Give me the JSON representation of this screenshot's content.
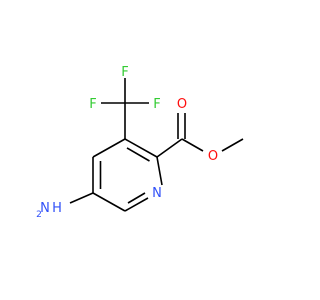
{
  "molecule": {
    "atoms": {
      "F_top": "F",
      "F_left": "F",
      "F_right": "F",
      "O_carbonyl": "O",
      "O_ester": "O",
      "N_ring": "N",
      "N_amine": "N",
      "H_amine": "H",
      "H2_subscript": "2"
    },
    "colors": {
      "bond": "#000000",
      "fluorine": "#33cc33",
      "oxygen": "#ff0d0d",
      "nitrogen": "#3050f8"
    }
  }
}
